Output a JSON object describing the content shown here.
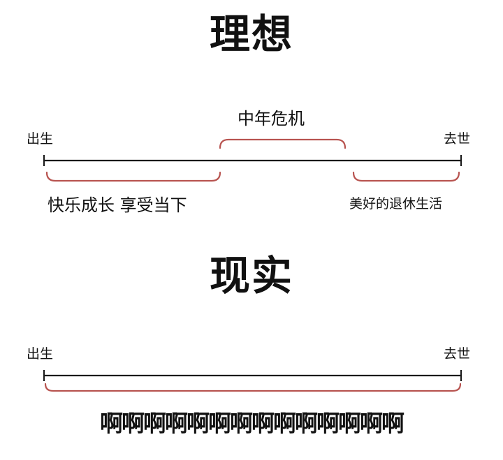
{
  "ideal": {
    "title": "理想",
    "birth": "出生",
    "death": "去世",
    "midlife": "中年危机",
    "youth": "快乐成长 享受当下",
    "retirement": "美好的退休生活"
  },
  "reality": {
    "title": "现实",
    "birth": "出生",
    "death": "去世",
    "scream": "啊啊啊啊啊啊啊啊啊啊啊啊啊啊"
  },
  "colors": {
    "timeline": "#1a1a1a",
    "bracket": "#b85450"
  }
}
